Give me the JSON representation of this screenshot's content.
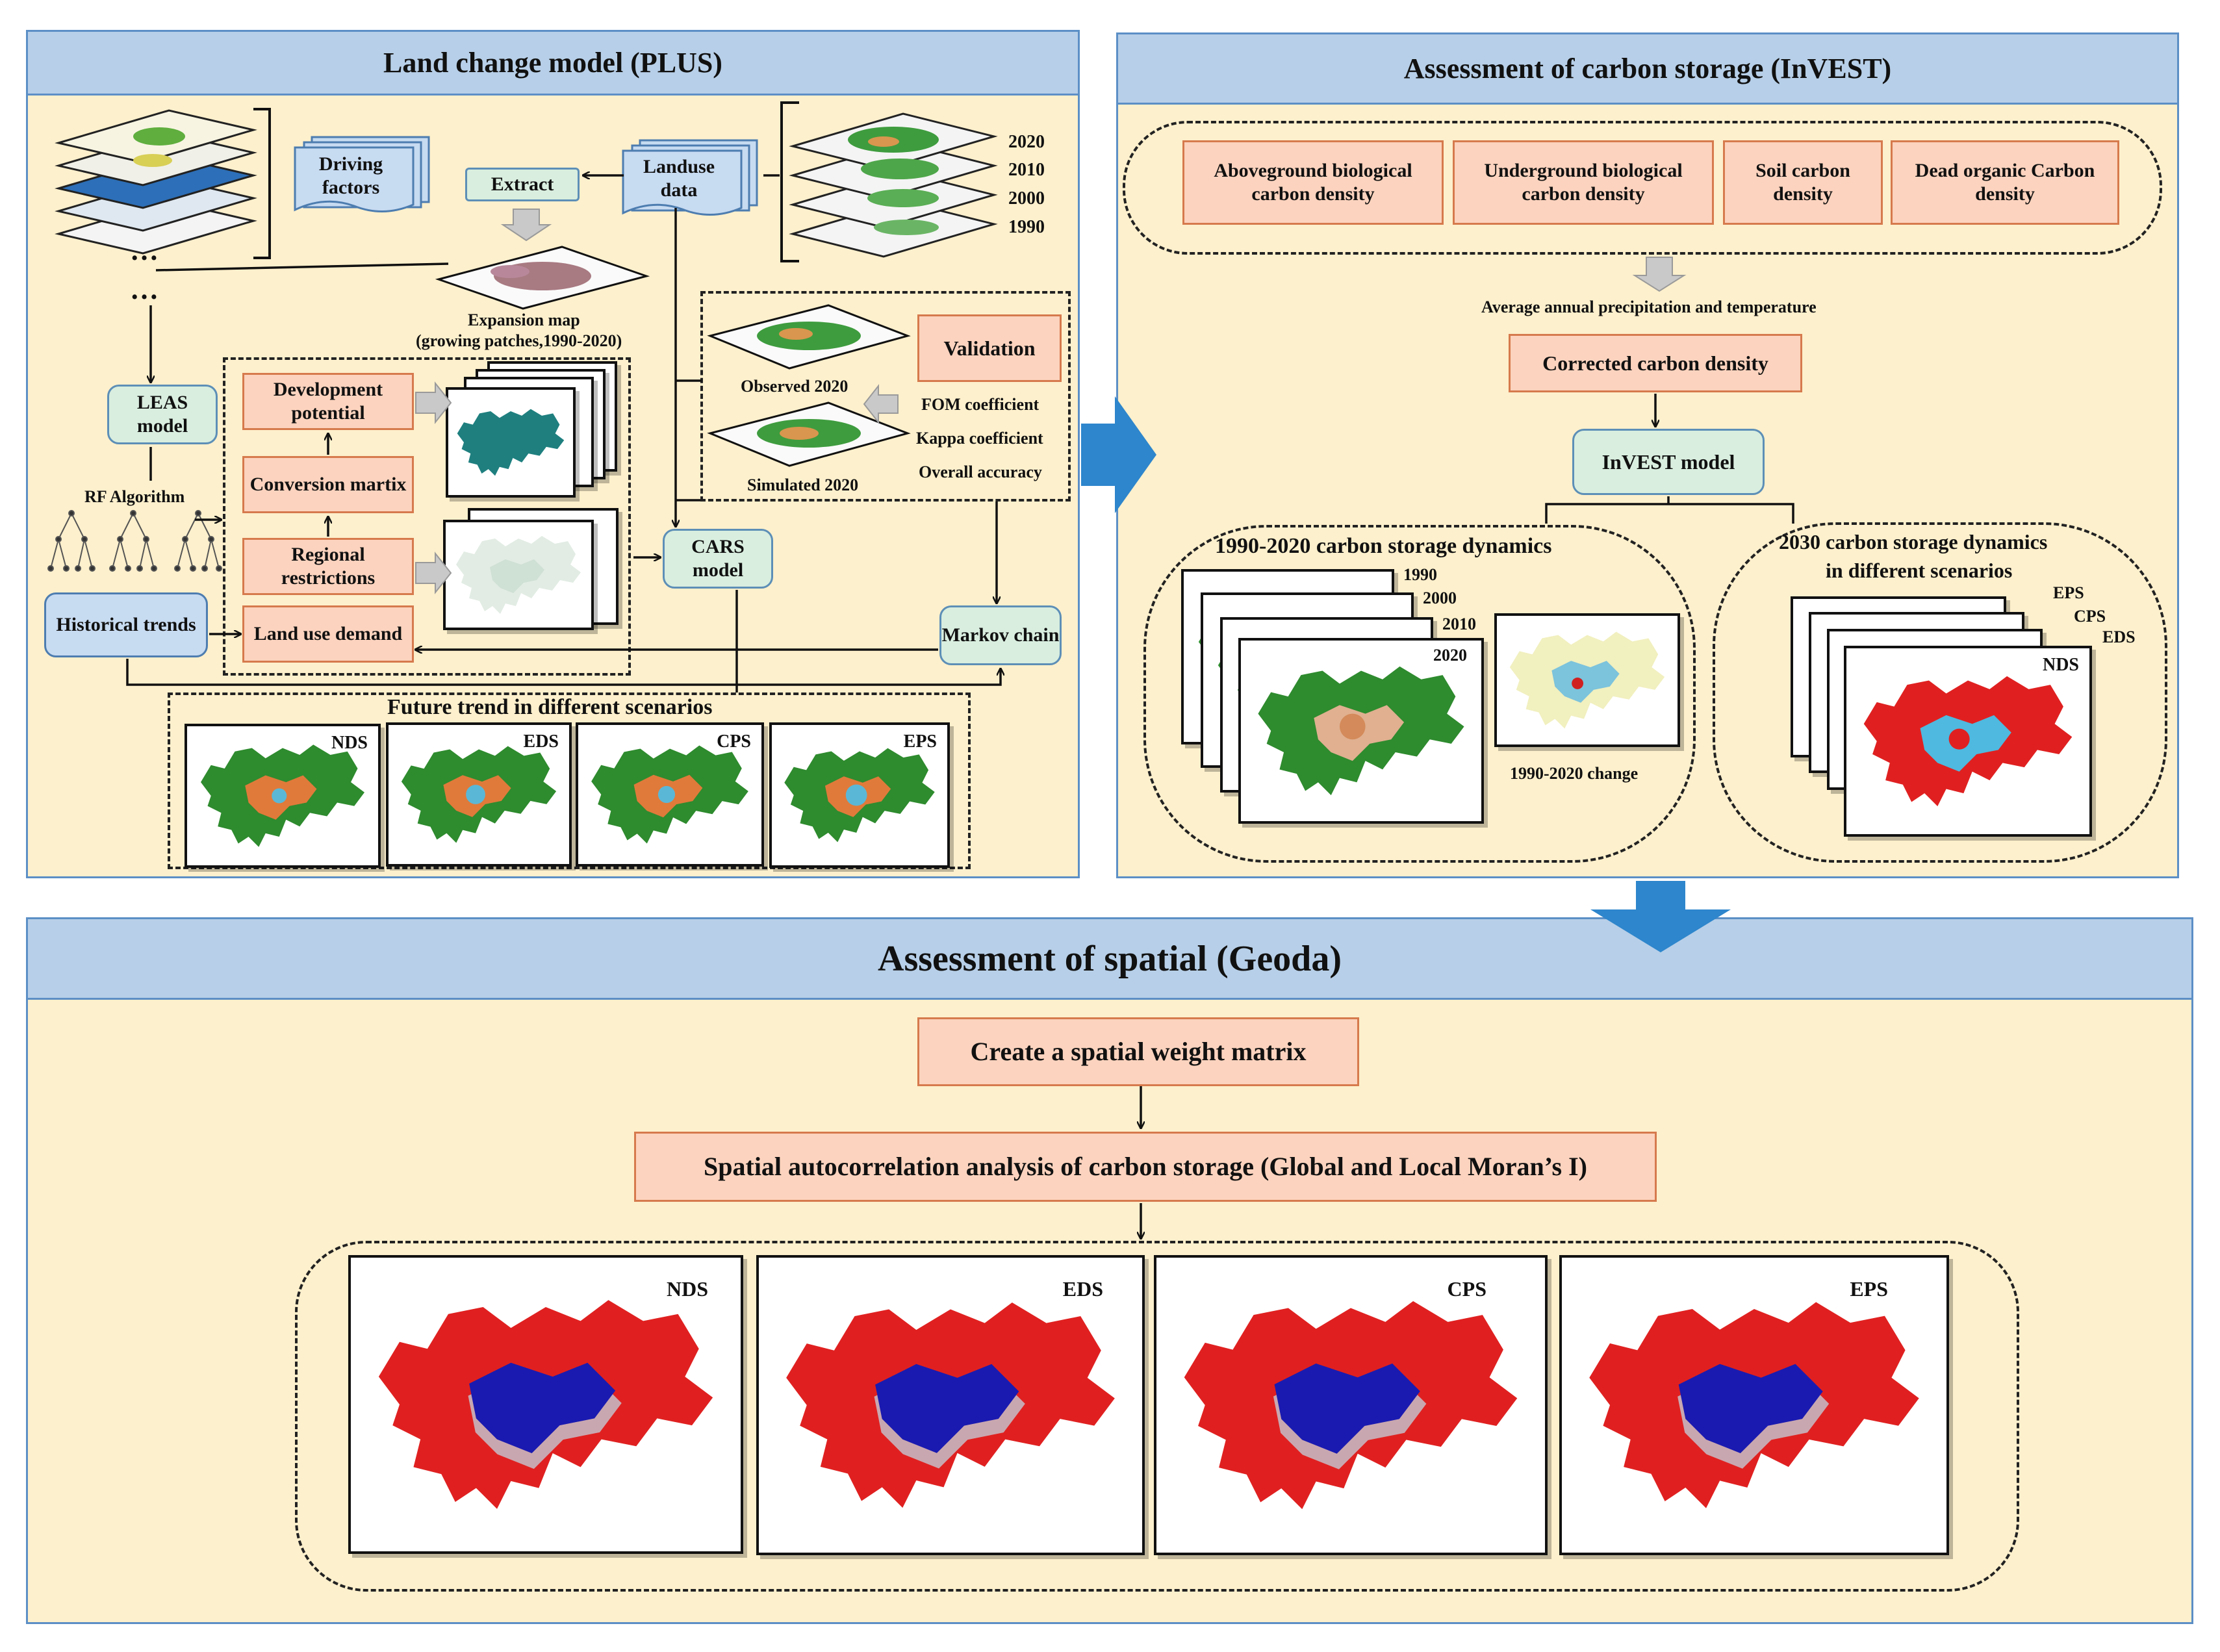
{
  "plus": {
    "title": "Land change model (PLUS)",
    "driving_factors": "Driving factors",
    "extract": "Extract",
    "landuse_data": "Landuse data",
    "years": [
      "2020",
      "2010",
      "2000",
      "1990"
    ],
    "ellipsis": "…",
    "expansion_map": "Expansion map",
    "expansion_map_sub": "(growing patches,1990-2020)",
    "leas_model": "LEAS model",
    "rf_algorithm": "RF Algorithm",
    "development_potential": "Development potential",
    "conversion_martix": "Conversion martix",
    "regional_restrictions": "Regional restrictions",
    "land_use_demand": "Land use demand",
    "historical_trends": "Historical trends",
    "validation": "Validation",
    "observed_2020": "Observed 2020",
    "simulated_2020": "Simulated 2020",
    "fom": "FOM coefficient",
    "kappa": "Kappa coefficient",
    "overall_accuracy": "Overall accuracy",
    "cars_model": "CARS model",
    "markov_chain": "Markov chain",
    "future_trend": "Future trend in different scenarios",
    "scenarios": [
      "NDS",
      "EDS",
      "CPS",
      "EPS"
    ]
  },
  "invest": {
    "title": "Assessment of carbon storage (InVEST)",
    "densities": [
      "Aboveground biological carbon density",
      "Underground biological carbon density",
      "Soil carbon density",
      "Dead organic Carbon density"
    ],
    "avg_precip": "Average annual precipitation and temperature",
    "corrected": "Corrected carbon density",
    "invest_model": "InVEST model",
    "dynamics_title": "1990-2020 carbon storage dynamics",
    "dyn_years": [
      "1990",
      "2000",
      "2010",
      "2020"
    ],
    "change_label": "1990-2020 change",
    "scenario_title_1": "2030 carbon storage dynamics",
    "scenario_title_2": "in different scenarios",
    "scen_tags": [
      "EPS",
      "CPS",
      "EDS",
      "NDS"
    ]
  },
  "geoda": {
    "title": "Assessment of spatial (Geoda)",
    "weight_matrix": "Create a spatial weight matrix",
    "autocorrelation": "Spatial autocorrelation analysis of carbon storage (Global and Local Moran’s I)",
    "scenarios": [
      "NDS",
      "EDS",
      "CPS",
      "EPS"
    ]
  },
  "colors": {
    "panel_bg": "#fdf0cc",
    "header_bg": "#b7cfe8",
    "orange_box": "#fcd3be",
    "green_box": "#d9eedf",
    "blue_box": "#c7dbf1",
    "arrow_blue": "#2e86cc",
    "forest": "#2e8b2e",
    "urban": "#e07a3a",
    "water": "#5bb7d6",
    "high": "#e02020",
    "low": "#1a1ab0"
  }
}
